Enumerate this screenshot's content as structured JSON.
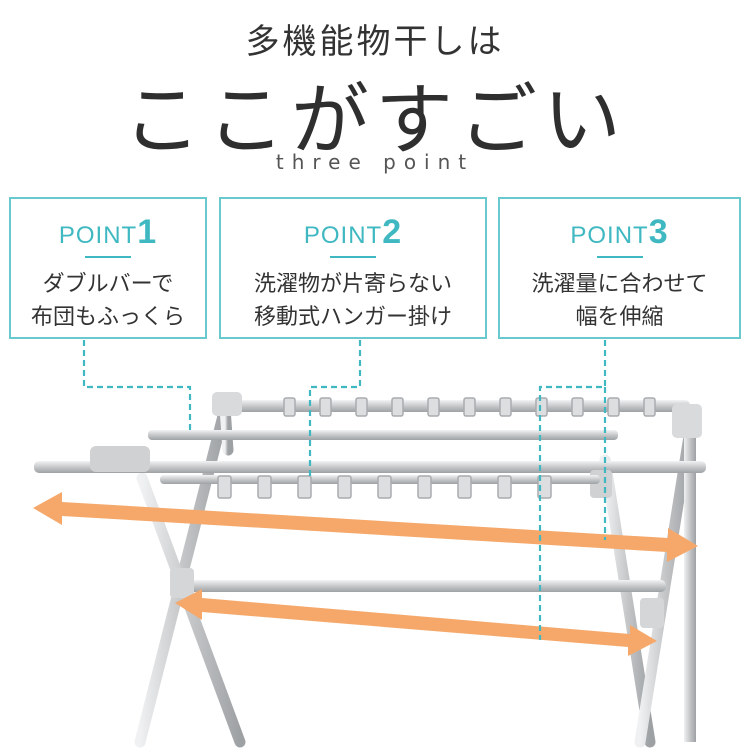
{
  "header": {
    "subtitle": "多機能物干しは",
    "title": "ここがすごい",
    "english": "three point"
  },
  "points": [
    {
      "label": "POINT",
      "number": "1",
      "line1": "ダブルバーで",
      "line2": "布団もふっくら"
    },
    {
      "label": "POINT",
      "number": "2",
      "line1": "洗濯物が片寄らない",
      "line2": "移動式ハンガー掛け"
    },
    {
      "label": "POINT",
      "number": "3",
      "line1": "洗濯量に合わせて",
      "line2": "幅を伸縮"
    }
  ],
  "colors": {
    "accent": "#3fb8c2",
    "arrow": "#f5a86a",
    "frame": "#c9cbcd",
    "text": "#333333"
  }
}
